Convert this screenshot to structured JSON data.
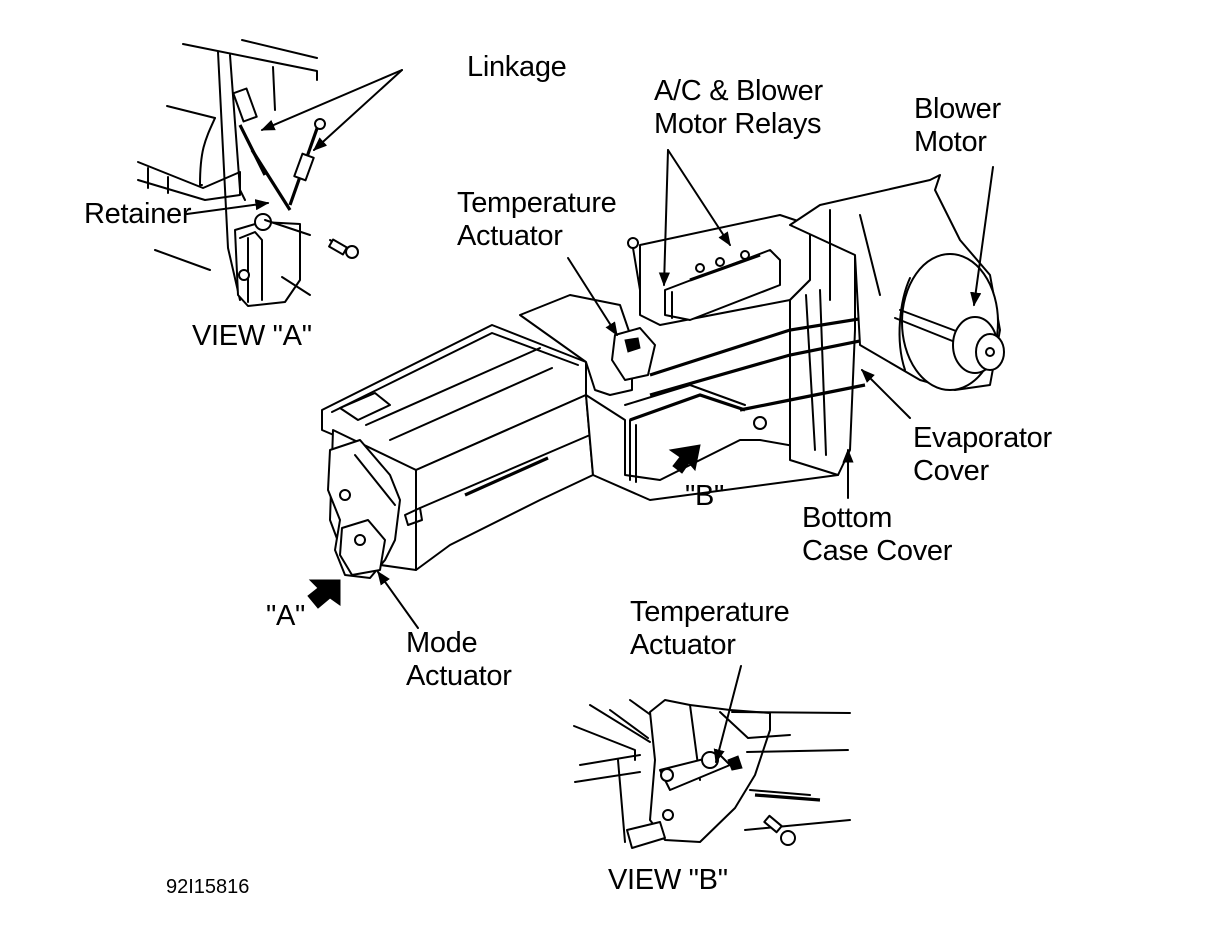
{
  "figure_id": "92I15816",
  "colors": {
    "line": "#000000",
    "background": "#ffffff"
  },
  "labels": {
    "linkage": "Linkage",
    "retainer": "Retainer",
    "view_a": "VIEW \"A\"",
    "temp_actuator_main": [
      "Temperature",
      "Actuator"
    ],
    "relays": [
      "A/C & Blower",
      "Motor Relays"
    ],
    "blower_motor": [
      "Blower",
      "Motor"
    ],
    "evaporator_cover": [
      "Evaporator",
      "Cover"
    ],
    "bottom_case_cover": [
      "Bottom",
      "Case Cover"
    ],
    "marker_b": "\"B\"",
    "marker_a": "\"A\"",
    "mode_actuator": [
      "Mode",
      "Actuator"
    ],
    "temp_actuator_view_b": [
      "Temperature",
      "Actuator"
    ],
    "view_b": "VIEW \"B\""
  }
}
